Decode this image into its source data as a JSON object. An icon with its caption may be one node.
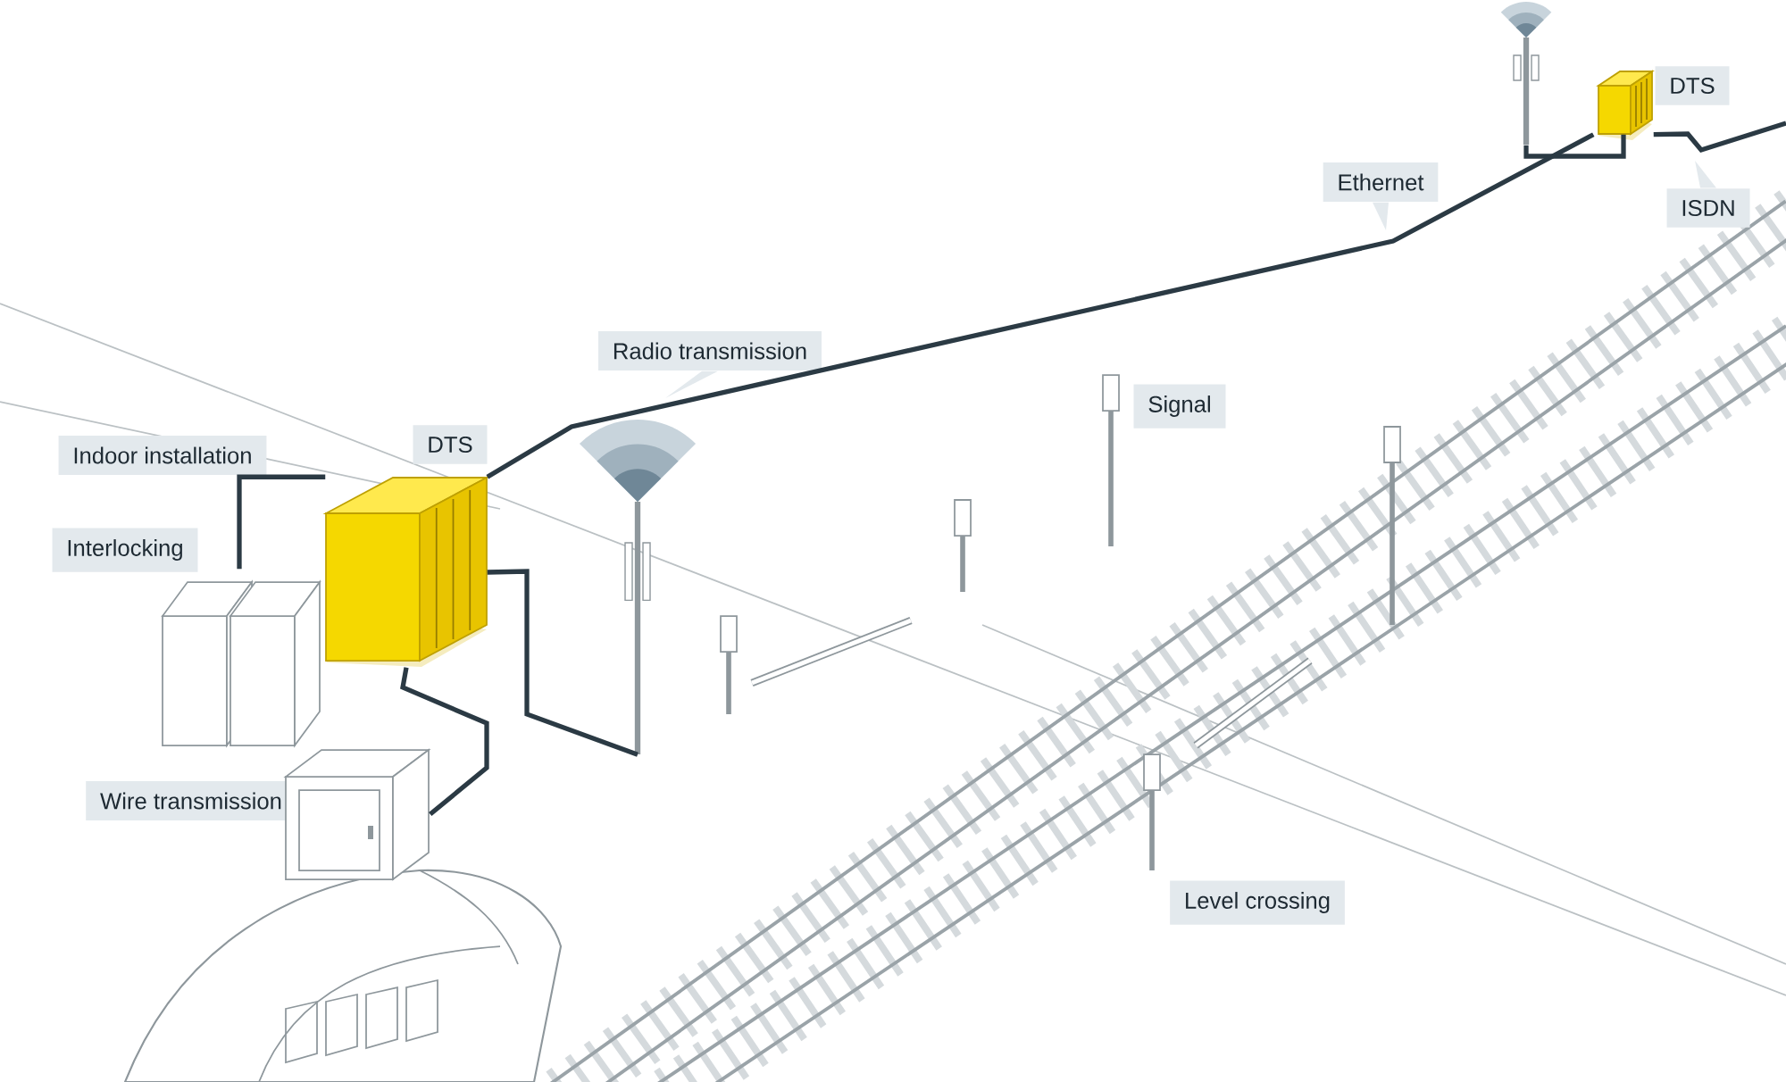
{
  "diagram": {
    "nodes": [
      {
        "text": [
          "Indoor installation"
        ]
      },
      {
        "text": [
          "DTS"
        ]
      },
      {
        "text": [
          "Interlocking"
        ]
      },
      {
        "text": [
          "Radio transmission"
        ]
      },
      {
        "text": [
          "Signal"
        ]
      },
      {
        "text": [
          "Ethernet"
        ]
      },
      {
        "text": [
          "DTS"
        ]
      },
      {
        "text": [
          "ISDN"
        ]
      },
      {
        "text": [
          "Wire transmission"
        ]
      },
      {
        "text": [
          "Level crossing"
        ]
      },
      {
        "text": [],
        "shape": "picture"
      },
      {
        "text": [],
        "shape": "picture"
      },
      {
        "text": [],
        "shape": "picture"
      },
      {
        "text": [],
        "shape": "picture"
      },
      {
        "text": [],
        "shape": "picture"
      },
      {
        "text": [],
        "shape": "picture"
      }
    ],
    "edges": [
      {
        "from": 10,
        "to": 11,
        "arrow": "none"
      },
      {
        "from": 10,
        "to": 12,
        "arrow": "none"
      },
      {
        "from": 10,
        "to": 13,
        "arrow": "none"
      },
      {
        "from": 10,
        "to": 15,
        "arrow": "none"
      },
      {
        "from": 13,
        "to": 14,
        "arrow": "none"
      },
      {
        "from": 13,
        "to": null,
        "arrow": "none"
      }
    ]
  }
}
